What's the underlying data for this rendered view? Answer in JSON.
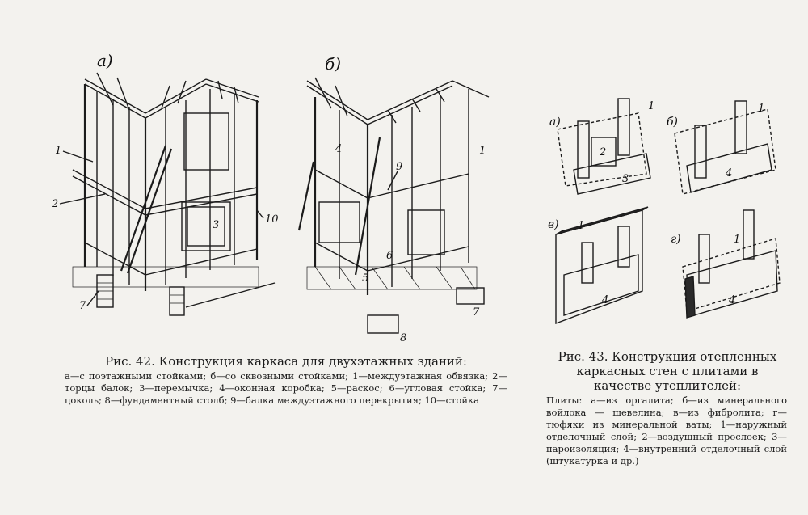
{
  "fig42": {
    "sub_a": "а)",
    "sub_b": "б)",
    "labels": [
      "1",
      "2",
      "3",
      "4",
      "5",
      "6",
      "7",
      "8",
      "9",
      "10"
    ],
    "title": "Рис. 42. Конструкция каркаса для двухэтажных зданий:",
    "body": "а—с поэтажными стойками; б—со сквозными стойками; 1—междуэтажная обвязка; 2—торцы балок; 3—перемычка; 4—оконная коробка; 5—раскос; 6—угловая стойка; 7—цоколь; 8—фундаментный столб; 9—балка междуэтажного перекрытия; 10—стойка"
  },
  "fig43": {
    "sub_a": "а)",
    "sub_b": "б)",
    "sub_v": "в)",
    "sub_g": "г)",
    "title": "Рис. 43. Конструкция отепленных каркасных стен с плитами в качестве утеплителей:",
    "body": "Плиты: а—из оргалита; б—из минерального войлока — шевелина; в—из фибролита; г—тюфяки из минеральной ваты; 1—наружный отделочный слой; 2—воздушный прослоек; 3—пароизоляция; 4—внутренний отделочный слой (штукатурка и др.)"
  }
}
